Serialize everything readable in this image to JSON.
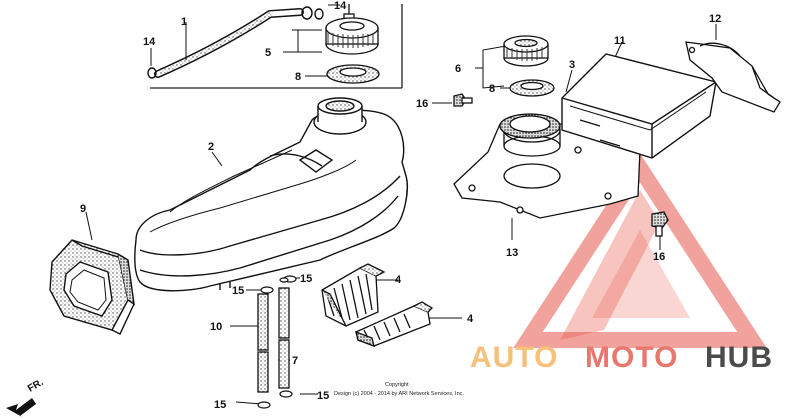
{
  "callouts": {
    "c1": "1",
    "c2": "2",
    "c3": "3",
    "c4a": "4",
    "c4b": "4",
    "c5": "5",
    "c6": "6",
    "c7": "7",
    "c8a": "8",
    "c8b": "8",
    "c9": "9",
    "c10": "10",
    "c11": "11",
    "c12": "12",
    "c13": "13",
    "c14a": "14",
    "c14b": "14",
    "c15a": "15",
    "c15b": "15",
    "c15c": "15",
    "c15d": "15",
    "c16a": "16",
    "c16b": "16"
  },
  "front_marker": "FR.",
  "copyright": {
    "line1": "Copyright",
    "line2": "Design (c) 2004 - 2014 by ARI Network Services, Inc."
  },
  "watermark": {
    "auto": "AUTO",
    "moto": "MOTO",
    "hub": "HUB",
    "colors": {
      "auto": "#f6c07a",
      "moto": "#e9776e",
      "hub": "#4b4b4b",
      "triangle": "#e8554a"
    }
  }
}
